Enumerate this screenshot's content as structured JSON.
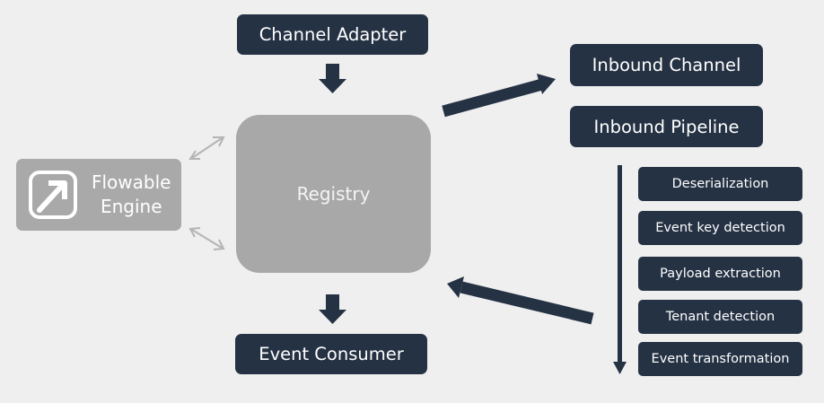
{
  "nodes": {
    "channel_adapter": "Channel Adapter",
    "inbound_channel": "Inbound Channel",
    "inbound_pipeline": "Inbound Pipeline",
    "registry": "Registry",
    "event_consumer": "Event Consumer",
    "flowable_engine": {
      "line1": "Flowable",
      "line2": "Engine"
    }
  },
  "pipeline_steps": [
    "Deserialization",
    "Event key detection",
    "Payload extraction",
    "Tenant detection",
    "Event transformation"
  ],
  "colors": {
    "dark_box": "#253244",
    "arrow": "#253244",
    "registry": "#a8a8a8",
    "engine": "#a9a9a9",
    "bidirectional_arrow": "#b4b4b4",
    "background": "#efefef"
  },
  "icons": {
    "engine_logo": "flowable-logo-icon"
  }
}
